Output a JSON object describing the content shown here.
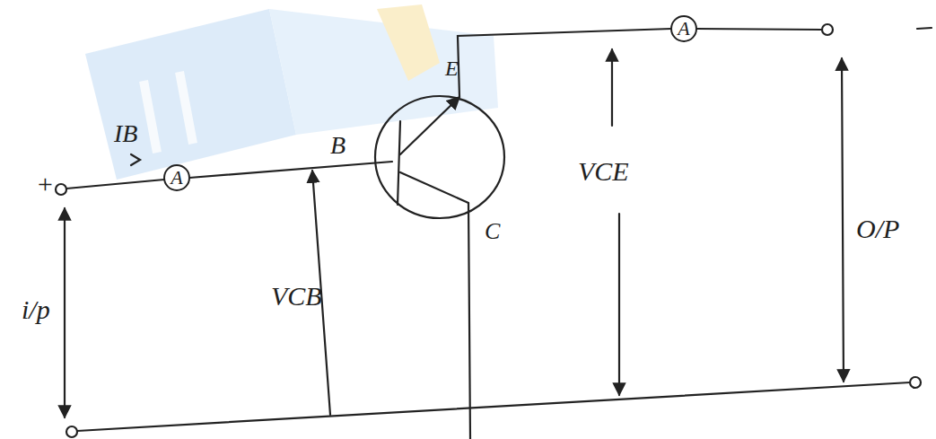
{
  "diagram": {
    "nodes": [
      {
        "text": [
          "A"
        ]
      },
      {
        "text": [
          "A"
        ]
      }
    ],
    "labels": [
      "+",
      "IB",
      "B",
      "E",
      "C",
      "VCB",
      "VCE",
      "i/p",
      "O/P"
    ]
  }
}
